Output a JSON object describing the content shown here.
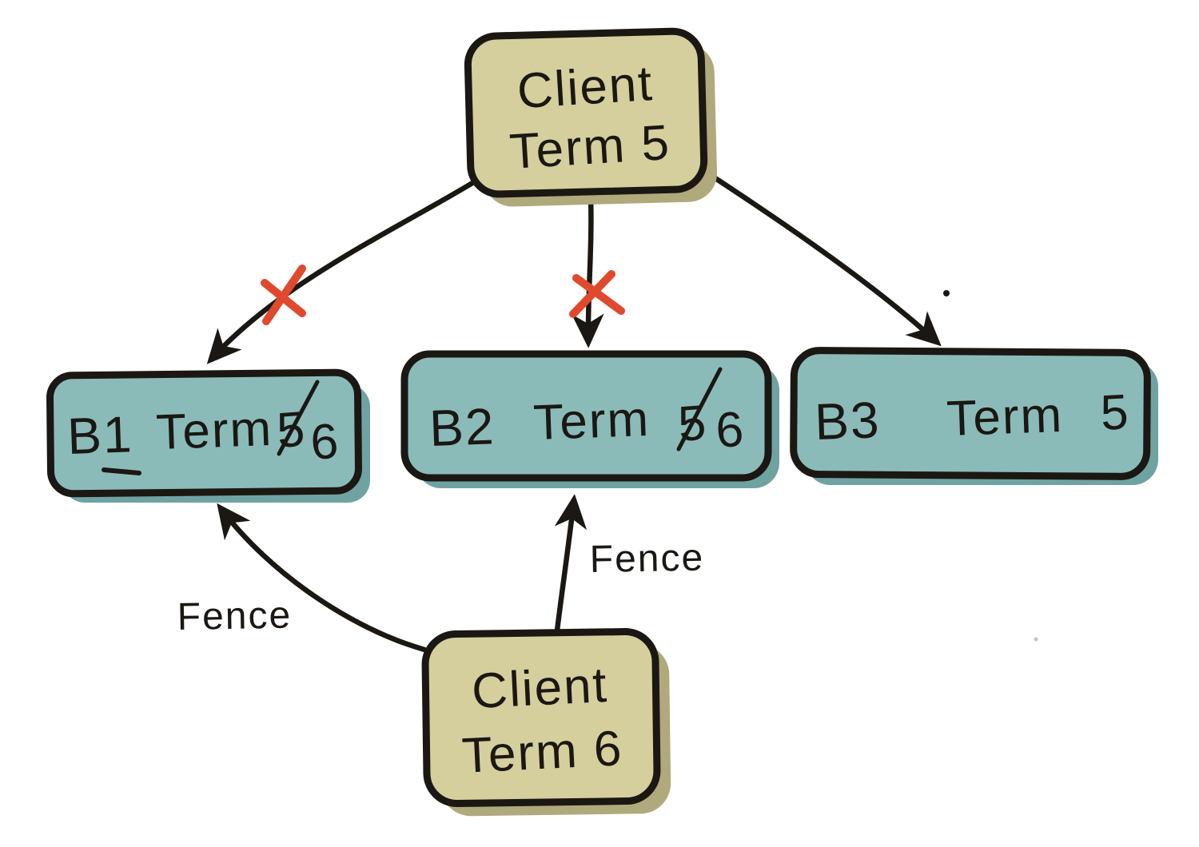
{
  "diagram": {
    "description": "Hand-drawn consensus/fencing diagram: a stale client with term 5 is rejected by brokers B1 and B2 (fenced to term 6), while B3 still has term 5. A newer client with term 6 fences B1 and B2.",
    "nodes": {
      "client_top": {
        "line1": "Client",
        "line2": "Term 5"
      },
      "b1": {
        "id": "B1",
        "term_word": "Term",
        "old_term": "5",
        "new_term": "6"
      },
      "b2": {
        "id": "B2",
        "term_word": "Term",
        "old_term": "5",
        "new_term": "6"
      },
      "b3": {
        "id": "B3",
        "term_word": "Term",
        "term_value": "5"
      },
      "client_bottom": {
        "line1": "Client",
        "line2": "Term 6"
      }
    },
    "edge_labels": {
      "fence_left": "Fence",
      "fence_right": "Fence"
    },
    "colors": {
      "client_fill": "#d5cf9d",
      "client_shadow": "#b0a97c",
      "broker_fill": "#8abbb9",
      "broker_shadow": "#6fa3a2",
      "ink": "#1b1712",
      "reject_x": "#e0492e",
      "background": "#ffffff"
    }
  }
}
